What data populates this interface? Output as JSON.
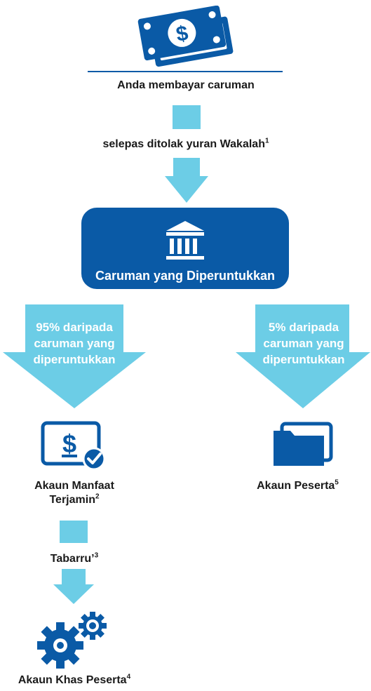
{
  "colors": {
    "primary_blue": "#0a5aa6",
    "light_blue": "#6ccde6",
    "text": "#1a1a1a",
    "white": "#ffffff"
  },
  "icons": {
    "money": "dollar-bills-icon",
    "bank": "bank-building-icon",
    "guaranteed": "dollar-check-screen-icon",
    "folder": "folder-icon",
    "gears": "gears-icon"
  },
  "steps": {
    "pay": {
      "label": "Anda membayar caruman"
    },
    "deduct": {
      "label": "selepas ditolak yuran Wakalah",
      "note": "1"
    },
    "allocated": {
      "label": "Caruman yang Diperuntukkan"
    }
  },
  "branches": {
    "left": {
      "arrow_lines": [
        "95% daripada",
        "caruman yang",
        "diperuntukkan"
      ],
      "account_line1": "Akaun Manfaat",
      "account_line2": "Terjamin",
      "account_note": "2"
    },
    "right": {
      "arrow_lines": [
        "5% daripada",
        "caruman yang",
        "diperuntukkan"
      ],
      "account": "Akaun Peserta",
      "account_note": "5"
    }
  },
  "tabarru": {
    "label": "Tabarru’",
    "note": "3"
  },
  "special": {
    "label": "Akaun Khas Peserta",
    "note": "4"
  },
  "money_symbol": "$"
}
